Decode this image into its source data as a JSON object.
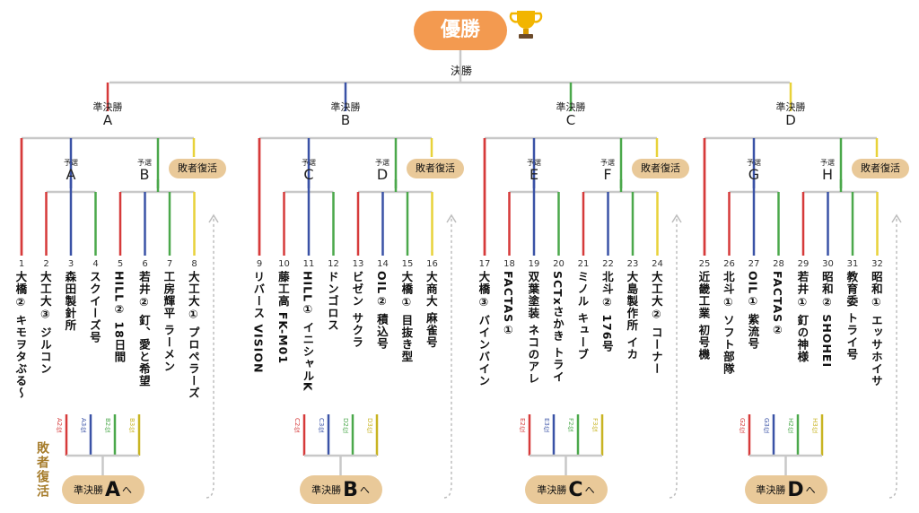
{
  "champion": "優勝",
  "final": "決勝",
  "semi_prefix": "準決勝",
  "yosen_prefix": "予選",
  "revival": "敗者復活",
  "revival_side": "敗者復活",
  "blocks": [
    {
      "semi": "A",
      "groups": [
        "A",
        "B"
      ],
      "bottom": {
        "prefix": "準決勝",
        "letter": "A",
        "suffix": "へ"
      },
      "ranks": [
        {
          "letter": "A",
          "rank": "2位",
          "color": "#d63a3a"
        },
        {
          "letter": "A",
          "rank": "3位",
          "color": "#3a52a6"
        },
        {
          "letter": "B",
          "rank": "2位",
          "color": "#4ba84b"
        },
        {
          "letter": "B",
          "rank": "3位",
          "color": "#c8b422"
        }
      ],
      "teams": [
        {
          "num": "1",
          "name": "大橋② キモヲタぶる～"
        },
        {
          "num": "2",
          "name": "大工大③ ジルコン"
        },
        {
          "num": "3",
          "name": "森田製針所"
        },
        {
          "num": "4",
          "name": "スクイーズ号"
        },
        {
          "num": "5",
          "name": "HILL② 18日間"
        },
        {
          "num": "6",
          "name": "若井② 釘、愛と希望"
        },
        {
          "num": "7",
          "name": "工房輝平 ラーメン"
        },
        {
          "num": "8",
          "name": "大工大① プロペラーズ"
        }
      ]
    },
    {
      "semi": "B",
      "groups": [
        "C",
        "D"
      ],
      "bottom": {
        "prefix": "準決勝",
        "letter": "B",
        "suffix": "へ"
      },
      "ranks": [
        {
          "letter": "C",
          "rank": "2位",
          "color": "#d63a3a"
        },
        {
          "letter": "C",
          "rank": "3位",
          "color": "#3a52a6"
        },
        {
          "letter": "D",
          "rank": "2位",
          "color": "#4ba84b"
        },
        {
          "letter": "D",
          "rank": "3位",
          "color": "#c8b422"
        }
      ],
      "teams": [
        {
          "num": "9",
          "name": "リバース VISION"
        },
        {
          "num": "10",
          "name": "藤工高 FK-M01"
        },
        {
          "num": "11",
          "name": "HILL① イニシャルK"
        },
        {
          "num": "12",
          "name": "ドンゴロス"
        },
        {
          "num": "13",
          "name": "ビゼン サクラ"
        },
        {
          "num": "14",
          "name": "OIL② 積込号"
        },
        {
          "num": "15",
          "name": "大橋① 目抜き型"
        },
        {
          "num": "16",
          "name": "大商大 麻雀号"
        }
      ]
    },
    {
      "semi": "C",
      "groups": [
        "E",
        "F"
      ],
      "bottom": {
        "prefix": "準決勝",
        "letter": "C",
        "suffix": "へ"
      },
      "ranks": [
        {
          "letter": "E",
          "rank": "2位",
          "color": "#d63a3a"
        },
        {
          "letter": "E",
          "rank": "3位",
          "color": "#3a52a6"
        },
        {
          "letter": "F",
          "rank": "2位",
          "color": "#4ba84b"
        },
        {
          "letter": "F",
          "rank": "3位",
          "color": "#c8b422"
        }
      ],
      "teams": [
        {
          "num": "17",
          "name": "大橋③ バインバイン"
        },
        {
          "num": "18",
          "name": "FACTAS①"
        },
        {
          "num": "19",
          "name": "双葉塗装 ネコのアレ"
        },
        {
          "num": "20",
          "name": "SCTxさかき トライ"
        },
        {
          "num": "21",
          "name": "ミノル キューブ"
        },
        {
          "num": "22",
          "name": "北斗② 176号"
        },
        {
          "num": "23",
          "name": "大島製作所 イカ"
        },
        {
          "num": "24",
          "name": "大工大② コーナー"
        }
      ]
    },
    {
      "semi": "D",
      "groups": [
        "G",
        "H"
      ],
      "bottom": {
        "prefix": "準決勝",
        "letter": "D",
        "suffix": "へ"
      },
      "ranks": [
        {
          "letter": "G",
          "rank": "2位",
          "color": "#d63a3a"
        },
        {
          "letter": "G",
          "rank": "3位",
          "color": "#3a52a6"
        },
        {
          "letter": "H",
          "rank": "2位",
          "color": "#4ba84b"
        },
        {
          "letter": "H",
          "rank": "3位",
          "color": "#c8b422"
        }
      ],
      "teams": [
        {
          "num": "25",
          "name": "近畿工業 初号機"
        },
        {
          "num": "26",
          "name": "北斗① ソフト部隊"
        },
        {
          "num": "27",
          "name": "OIL① 紫流号"
        },
        {
          "num": "28",
          "name": "FACTAS②"
        },
        {
          "num": "29",
          "name": "若井① 釘の神様"
        },
        {
          "num": "30",
          "name": "昭和② SHOHEI"
        },
        {
          "num": "31",
          "name": "教育委 トライ号"
        },
        {
          "num": "32",
          "name": "昭和① エッサホイサ"
        }
      ]
    }
  ],
  "colors": {
    "red": "#d63a3a",
    "blue": "#3a52a6",
    "green": "#4ba84b",
    "yellow": "#e8d23a",
    "gray": "#c8c8c8",
    "champion": "#f39a50",
    "pill": "#e9c999",
    "revival_text": "#a67c2b"
  }
}
